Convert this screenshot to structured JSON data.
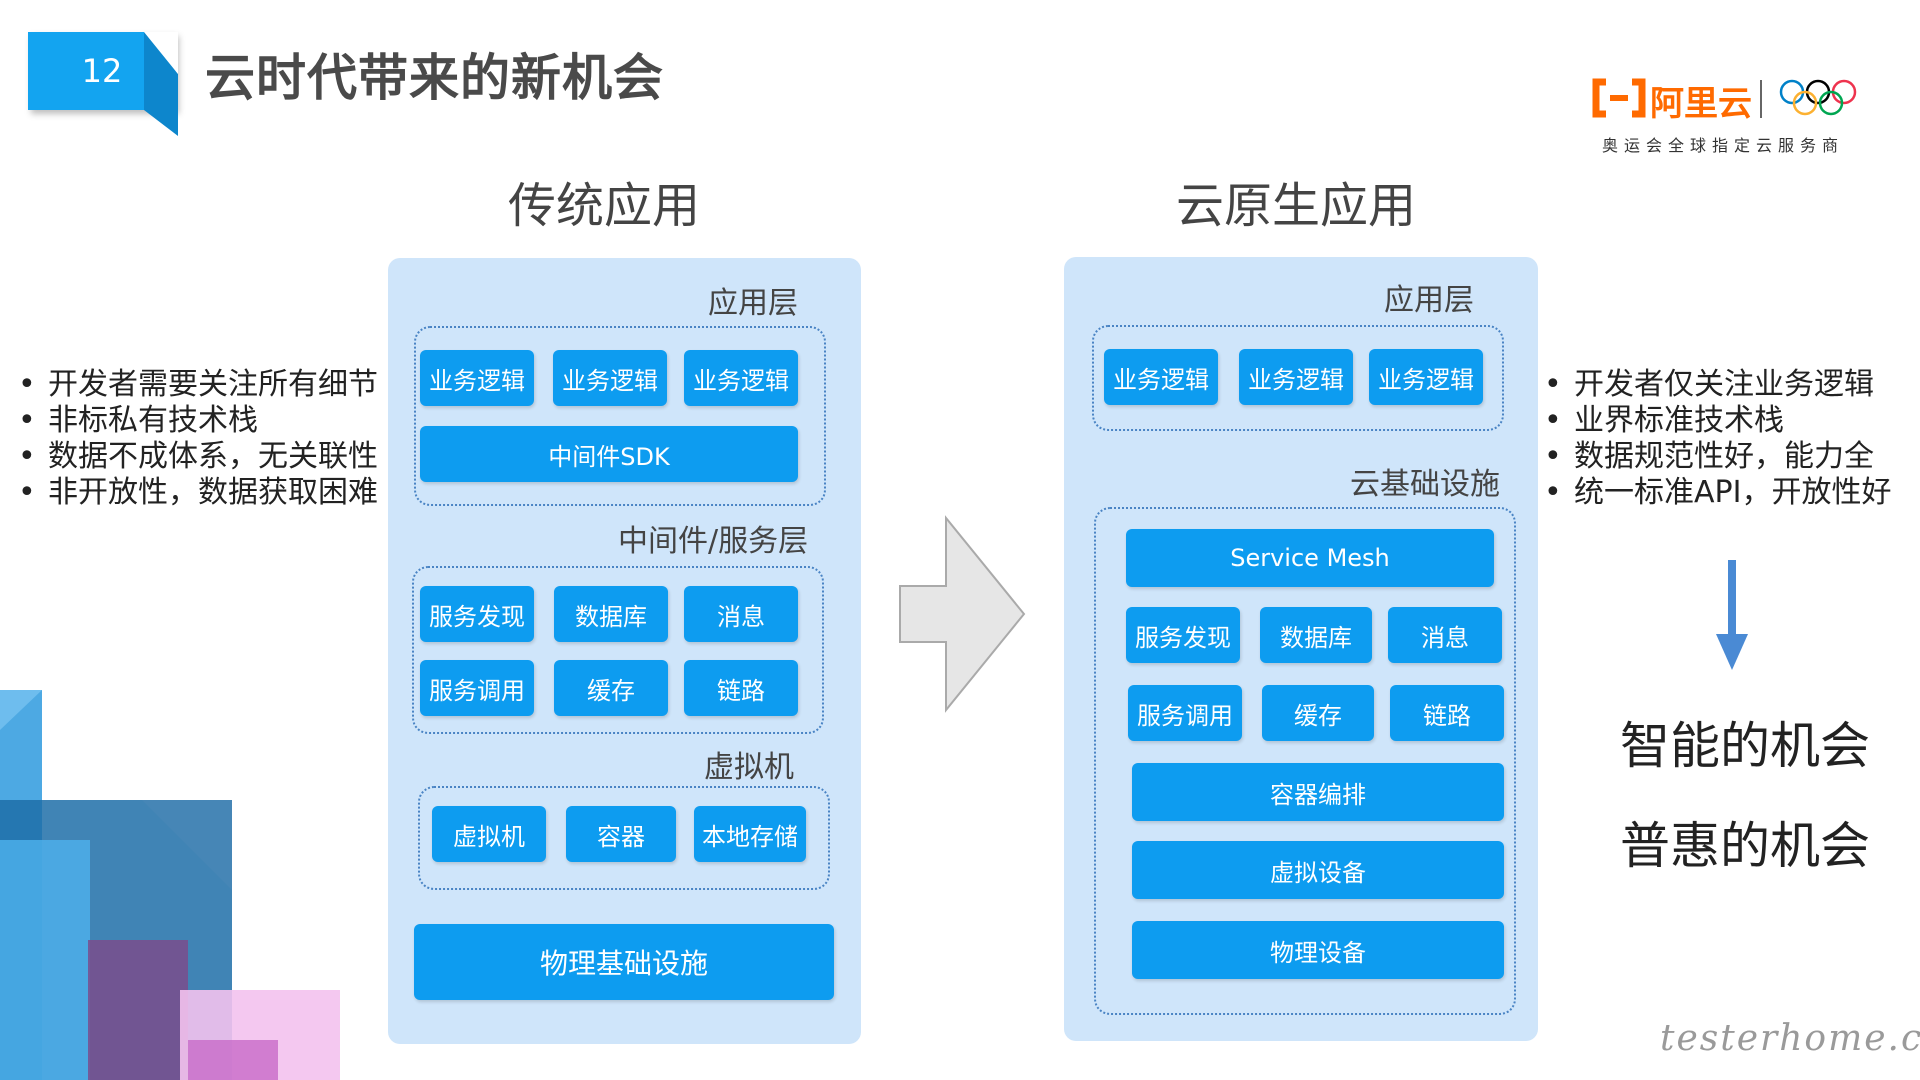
{
  "slide": {
    "number": "12",
    "title": "云时代带来的新机会"
  },
  "logo": {
    "brand": "阿里云",
    "subtitle": "奥运会全球指定云服务商",
    "colors": {
      "brand": "#ff6a00"
    }
  },
  "traditional": {
    "title": "传统应用",
    "app_layer": {
      "label": "应用层",
      "buttons": [
        "业务逻辑",
        "业务逻辑",
        "业务逻辑"
      ],
      "sdk": "中间件SDK"
    },
    "middleware_layer": {
      "label": "中间件/服务层",
      "buttons": [
        "服务发现",
        "数据库",
        "消息",
        "服务调用",
        "缓存",
        "链路"
      ]
    },
    "vm_layer": {
      "label": "虚拟机",
      "buttons": [
        "虚拟机",
        "容器",
        "本地存储"
      ]
    },
    "physical": "物理基础设施",
    "bullets": [
      "开发者需要关注所有细节",
      "非标私有技术栈",
      "数据不成体系，无关联性",
      "非开放性，数据获取困难"
    ]
  },
  "cloud_native": {
    "title": "云原生应用",
    "app_layer": {
      "label": "应用层",
      "buttons": [
        "业务逻辑",
        "业务逻辑",
        "业务逻辑"
      ]
    },
    "infra_layer": {
      "label": "云基础设施",
      "service_mesh": "Service Mesh",
      "buttons": [
        "服务发现",
        "数据库",
        "消息",
        "服务调用",
        "缓存",
        "链路"
      ],
      "container": "容器编排",
      "virtual": "虚拟设备",
      "physical": "物理设备"
    },
    "bullets": [
      "开发者仅关注业务逻辑",
      "业界标准技术栈",
      "数据规范性好，能力全",
      "统一标准API，开放性好"
    ],
    "opportunities": [
      "智能的机会",
      "普惠的机会"
    ]
  },
  "watermark": "testerhome.com",
  "colors": {
    "button": "#0d9cf0",
    "panel": "#cfe5fa",
    "badge": "#13a4f0",
    "arrow": "#4a8ad4"
  }
}
